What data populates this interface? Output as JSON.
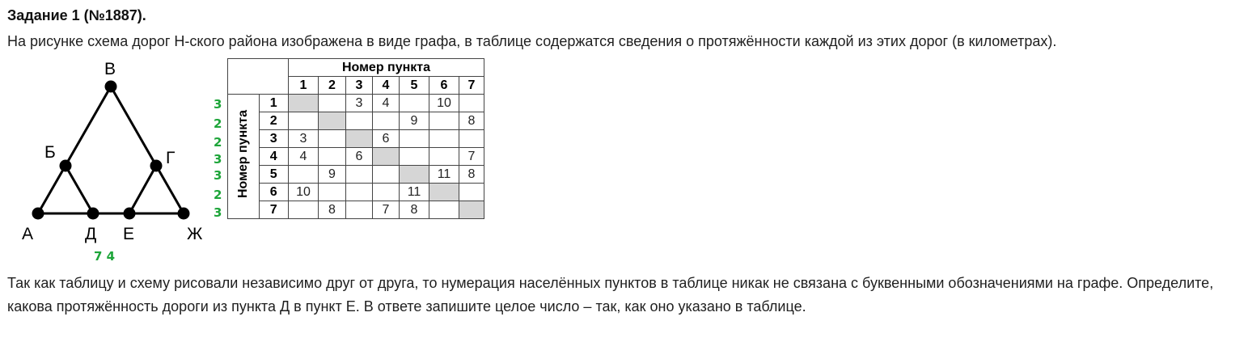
{
  "task": {
    "title": "Задание 1 (№1887).",
    "intro": "На рисунке схема дорог Н-ского района изображена в виде графа, в таблице содержатся сведения о протяжённости каждой из этих дорог (в километрах).",
    "question": "Так как таблицу и схему рисовали независимо друг от друга, то нумерация населённых пунктов в таблице никак не связана с буквенными обозначениями на графе. Определите, какова протяжённость дороги из пункта Д в пункт Е. В ответе запишите целое число – так, как оно указано в таблице."
  },
  "graph": {
    "vertex_labels": {
      "A": "А",
      "B": "В",
      "Bb": "Б",
      "G": "Г",
      "D": "Д",
      "E": "Е",
      "Zh": "Ж"
    }
  },
  "table": {
    "header_top": "Номер пункта",
    "header_side": "Номер пункта",
    "columns": [
      "1",
      "2",
      "3",
      "4",
      "5",
      "6",
      "7"
    ],
    "rows": [
      {
        "label": "1",
        "cells": [
          "",
          "",
          "3",
          "4",
          "",
          "10",
          ""
        ]
      },
      {
        "label": "2",
        "cells": [
          "",
          "",
          "",
          "",
          "9",
          "",
          "8"
        ]
      },
      {
        "label": "3",
        "cells": [
          "3",
          "",
          "",
          "6",
          "",
          "",
          ""
        ]
      },
      {
        "label": "4",
        "cells": [
          "4",
          "",
          "6",
          "",
          "",
          "",
          "7"
        ]
      },
      {
        "label": "5",
        "cells": [
          "",
          "9",
          "",
          "",
          "",
          "11",
          "8"
        ]
      },
      {
        "label": "6",
        "cells": [
          "10",
          "",
          "",
          "",
          "11",
          "",
          ""
        ]
      },
      {
        "label": "7",
        "cells": [
          "",
          "8",
          "",
          "7",
          "8",
          "",
          ""
        ]
      }
    ]
  },
  "annotations": {
    "row_notes": [
      "3",
      "2",
      "2",
      "3",
      "3",
      "2",
      "3"
    ],
    "graph_note": "7 4",
    "color": "#1ea53a"
  }
}
